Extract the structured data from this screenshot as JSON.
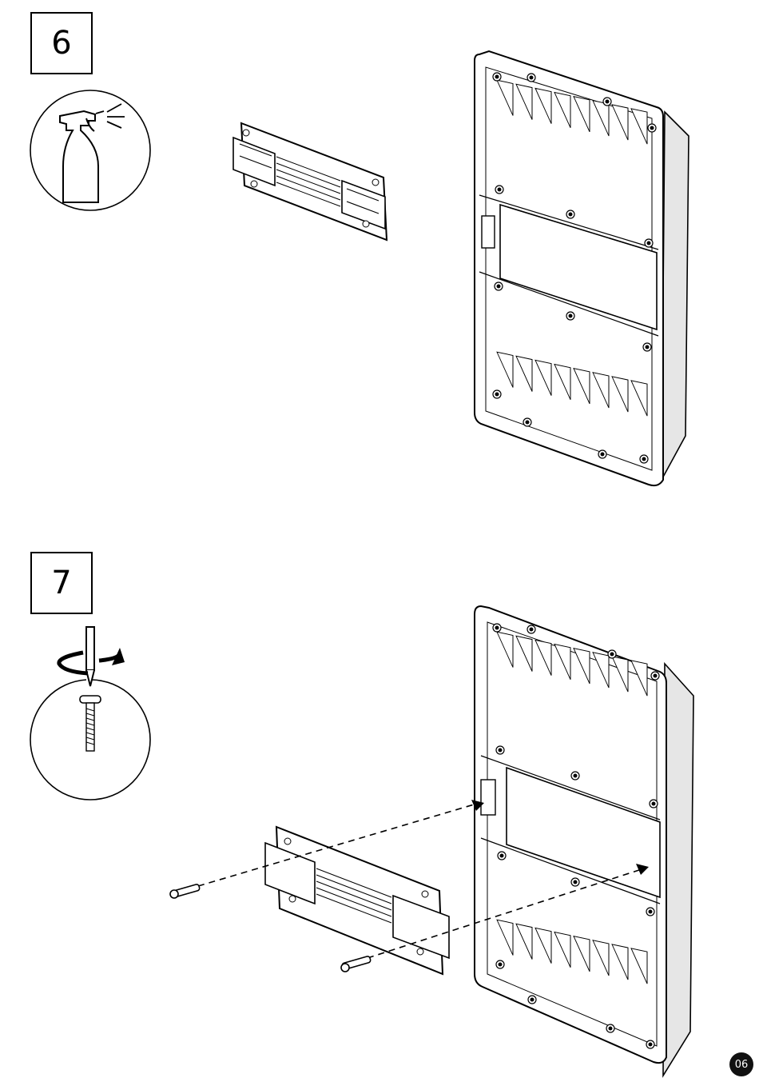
{
  "steps": [
    {
      "number": "6",
      "tool_icon": "spray-bottle-icon"
    },
    {
      "number": "7",
      "tool_icon": "screwdriver-screw-icon"
    }
  ],
  "page_number": "06",
  "colors": {
    "line": "#000000",
    "panel_fill": "#ffffff",
    "side_fill": "#e6e6e6",
    "badge": "#111111"
  }
}
